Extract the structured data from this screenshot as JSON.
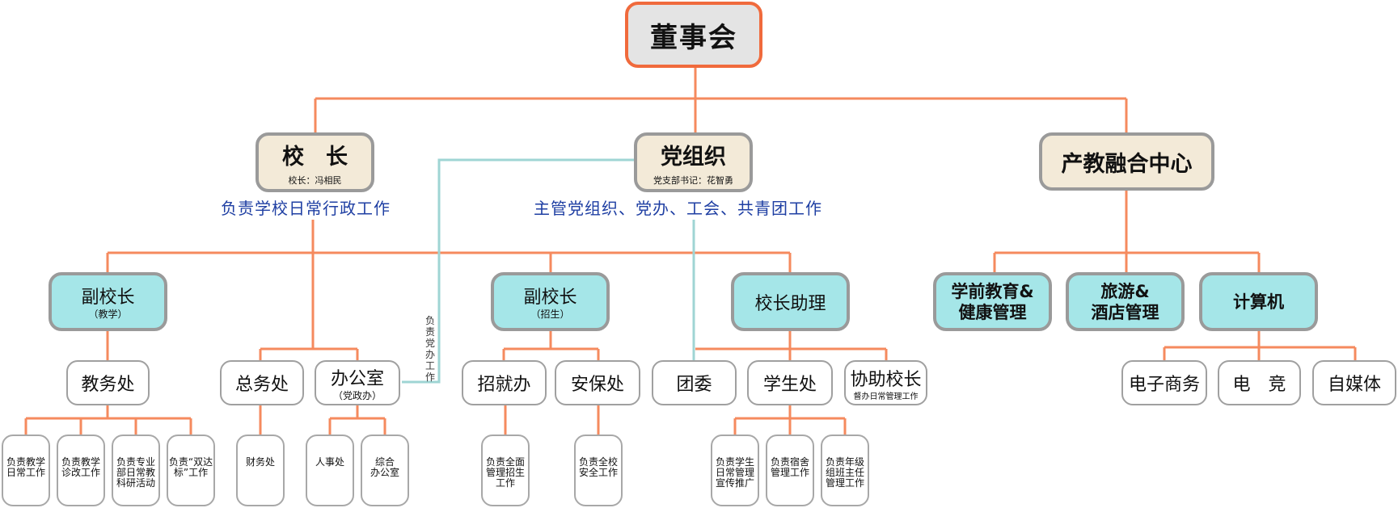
{
  "board": "董事会",
  "principal": {
    "title": "校　长",
    "sub": "校长：冯相民",
    "desc": "负责学校日常行政工作"
  },
  "party": {
    "title": "党组织",
    "sub": "党支部书记：花智勇",
    "desc": "主管党组织、党办、工会、共青团工作"
  },
  "center": {
    "title": "产教融合中心"
  },
  "vp_teaching": {
    "title": "副校长",
    "sub": "（教学）"
  },
  "vp_enroll": {
    "title": "副校长",
    "sub": "（招生）"
  },
  "assistant": {
    "title": "校长助理"
  },
  "depts": {
    "academic": "教务处",
    "general": "总务处",
    "office": "办公室",
    "office_sub": "（党政办）",
    "enroll_office": "招就办",
    "security": "安保处",
    "league": "团委",
    "student": "学生处",
    "assist": "协助校长",
    "assist_sub": "督办日常管理工作"
  },
  "party_office_label": "负责党办工作",
  "majors": {
    "preschool": "学前教育&\n健康管理",
    "tourism": "旅游&\n酒店管理",
    "computer": "计算机"
  },
  "subjects": {
    "ecommerce": "电子商务",
    "esports": "电　竞",
    "media": "自媒体"
  },
  "leaves": {
    "l1": "负责教学\n日常工作",
    "l2": "负责教学\n诊改工作",
    "l3": "负责专业\n部日常教\n科研活动",
    "l4": "负责“双达\n标”工作",
    "l5": "财务处",
    "l6": "人事处",
    "l7": "综合\n办公室",
    "l8": "负责全面\n管理招生\n工作",
    "l9": "负责全校\n安全工作",
    "l10": "负责学生\n日常管理\n宣传推广",
    "l11": "负责宿舍\n管理工作",
    "l12": "负责年级\n组班主任\n管理工作"
  },
  "colors": {
    "connector": "#f58a5e",
    "party_line": "#9fd5d4",
    "desc": "#1f3fa3"
  }
}
